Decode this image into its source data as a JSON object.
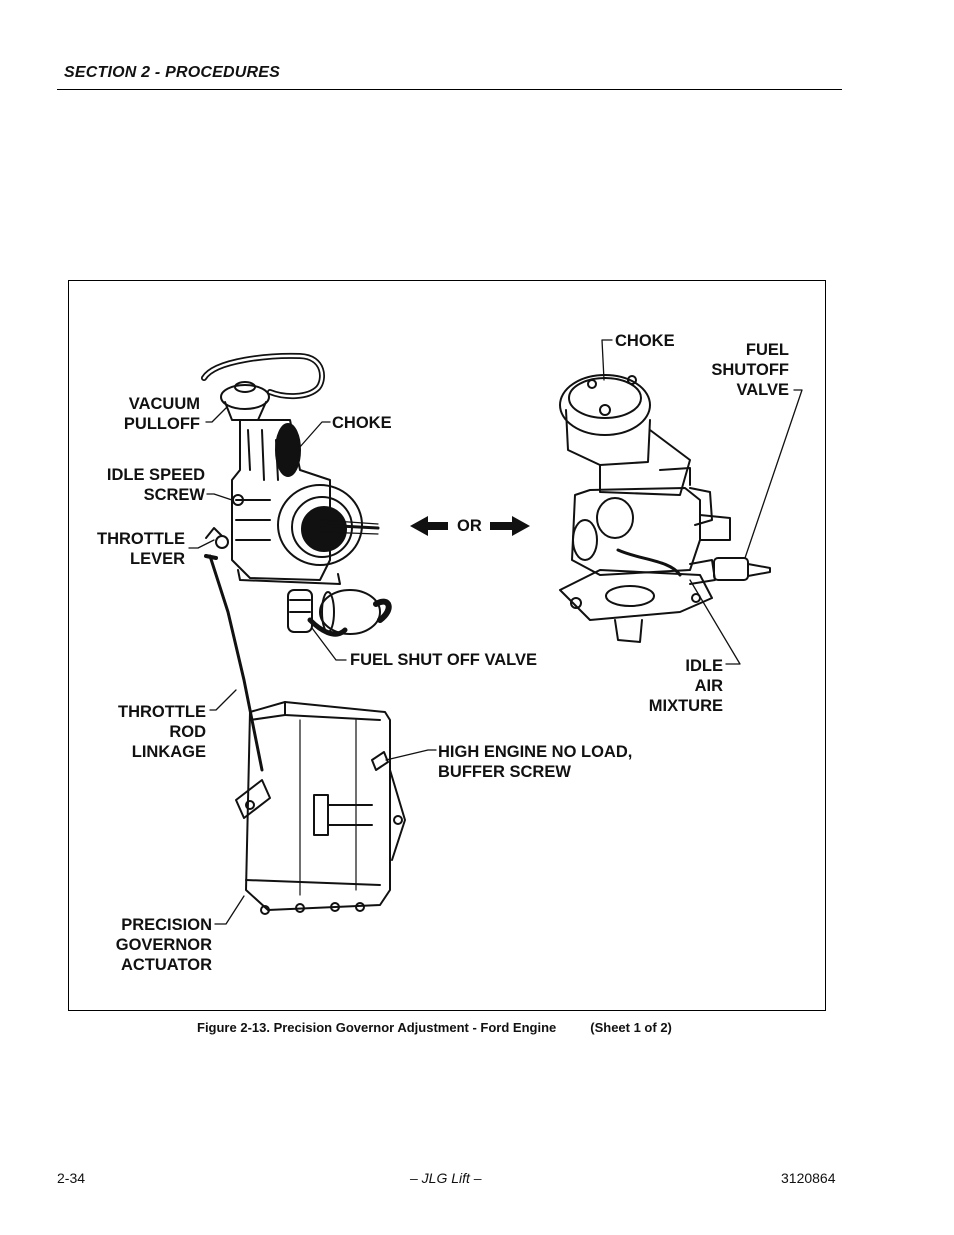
{
  "header": {
    "section_title": "SECTION 2 - PROCEDURES"
  },
  "figure": {
    "labels": {
      "vacuum_pulloff": [
        "VACUUM",
        "PULLOFF"
      ],
      "choke_left": "CHOKE",
      "idle_speed_screw": [
        "IDLE SPEED",
        "SCREW"
      ],
      "throttle_lever": [
        "THROTTLE",
        "LEVER"
      ],
      "or": "OR",
      "fuel_shut_off_valve": "FUEL SHUT OFF VALVE",
      "throttle_rod_linkage": [
        "THROTTLE",
        "ROD",
        "LINKAGE"
      ],
      "high_engine_no_load": [
        "HIGH ENGINE NO LOAD,",
        "BUFFER SCREW"
      ],
      "precision_governor_actuator": [
        "PRECISION",
        "GOVERNOR",
        "ACTUATOR"
      ],
      "choke_right": "CHOKE",
      "fuel_shutoff_valve_right": [
        "FUEL",
        "SHUTOFF",
        "VALVE"
      ],
      "idle_air_mixture": [
        "IDLE",
        "AIR",
        "MIXTURE"
      ]
    },
    "caption": {
      "text": "Figure 2-13.  Precision Governor Adjustment - Ford Engine",
      "sheet": "(Sheet 1 of 2)"
    }
  },
  "footer": {
    "page_number": "2-34",
    "center": "– JLG Lift –",
    "doc_number": "3120864"
  }
}
